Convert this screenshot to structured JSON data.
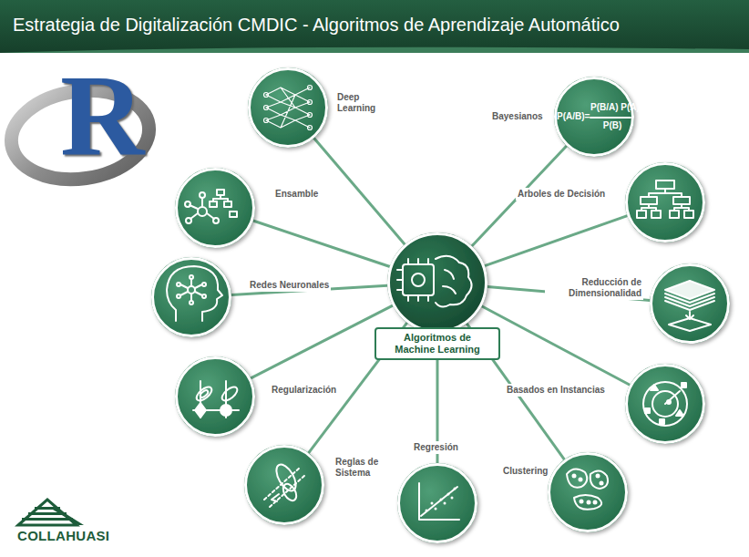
{
  "diagram": {
    "title": "Estrategia de Digitalización CMDIC - Algoritmos de Aprendizaje Automático",
    "nodes": [
      {
        "text": [
          "Algoritmos de Machine Learning"
        ]
      },
      {
        "text": [
          "Deep Learning"
        ]
      },
      {
        "text": [
          "Bayesianos",
          "P(A/B)=",
          "P(B/A) P(A)",
          "P(B)"
        ]
      },
      {
        "text": [
          "Ensamble"
        ]
      },
      {
        "text": [
          "Arboles de Decisión"
        ]
      },
      {
        "text": [
          "Redes Neuronales"
        ]
      },
      {
        "text": [
          "Reducción de Dimensionalidad"
        ]
      },
      {
        "text": [
          "Regularización"
        ]
      },
      {
        "text": [
          "Basados en Instancias"
        ]
      },
      {
        "text": [
          "Reglas de Sistema"
        ]
      },
      {
        "text": [
          "Regresión"
        ]
      },
      {
        "text": [
          "Clustering"
        ]
      }
    ],
    "edges": [
      {
        "from": 0,
        "to": 1,
        "arrow": "none"
      },
      {
        "from": 0,
        "to": 2,
        "arrow": "none"
      },
      {
        "from": 0,
        "to": 3,
        "arrow": "none"
      },
      {
        "from": 0,
        "to": 4,
        "arrow": "none"
      },
      {
        "from": 0,
        "to": 5,
        "arrow": "none"
      },
      {
        "from": 0,
        "to": 6,
        "arrow": "none"
      },
      {
        "from": 0,
        "to": 7,
        "arrow": "none"
      },
      {
        "from": 0,
        "to": 8,
        "arrow": "none"
      },
      {
        "from": 0,
        "to": 9,
        "arrow": "none"
      },
      {
        "from": 0,
        "to": 10,
        "arrow": "none"
      },
      {
        "from": 0,
        "to": 11,
        "arrow": "none"
      }
    ],
    "labels": [
      "R",
      "COLLAHUASI"
    ]
  }
}
